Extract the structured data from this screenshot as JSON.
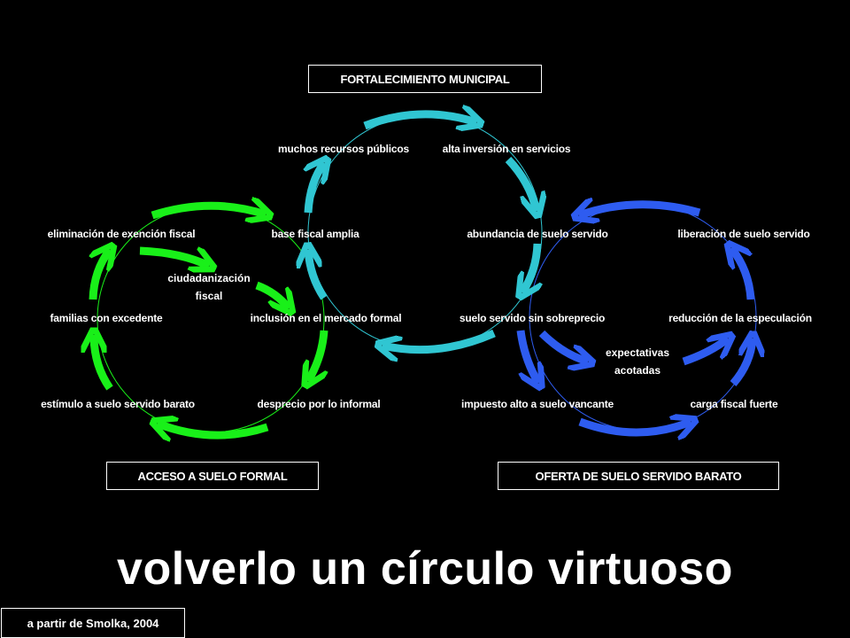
{
  "colors": {
    "green": "#19f019",
    "cyan": "#30c6d2",
    "blue": "#2e5cf0",
    "background": "#000000",
    "text": "#ffffff"
  },
  "boxes": {
    "municipal": "FORTALECIMIENTO MUNICIPAL",
    "access": "ACCESO A SUELO FORMAL",
    "supply": "OFERTA DE SUELO SERVIDO BARATO"
  },
  "cycles": {
    "access": {
      "elimination": "eliminación de exención fiscal",
      "tax_base": "base fiscal amplia",
      "citizenship_line1": "ciudadanización",
      "citizenship_line2": "fiscal",
      "surplus_families": "familias con excedente",
      "formal_inclusion": "inclusión en el mercado formal",
      "cheap_stimulus": "estímulo a suelo servido barato",
      "informal_contempt": "desprecio por lo informal"
    },
    "municipal": {
      "public_resources": "muchos recursos públicos",
      "service_investment": "alta inversión en servicios",
      "serviced_abundance": "abundancia de suelo servido"
    },
    "supply": {
      "serviced_release": "liberación de suelo servido",
      "no_premium": "suelo servido sin sobreprecio",
      "speculation_reduction": "reducción  de la especulación",
      "expectations_line1": "expectativas",
      "expectations_line2": "acotadas",
      "vacant_tax": "impuesto alto a suelo vancante",
      "fiscal_burden": "carga fiscal fuerte"
    }
  },
  "title": "volverlo un círculo virtuoso",
  "credit": "a partir de Smolka, 2004"
}
